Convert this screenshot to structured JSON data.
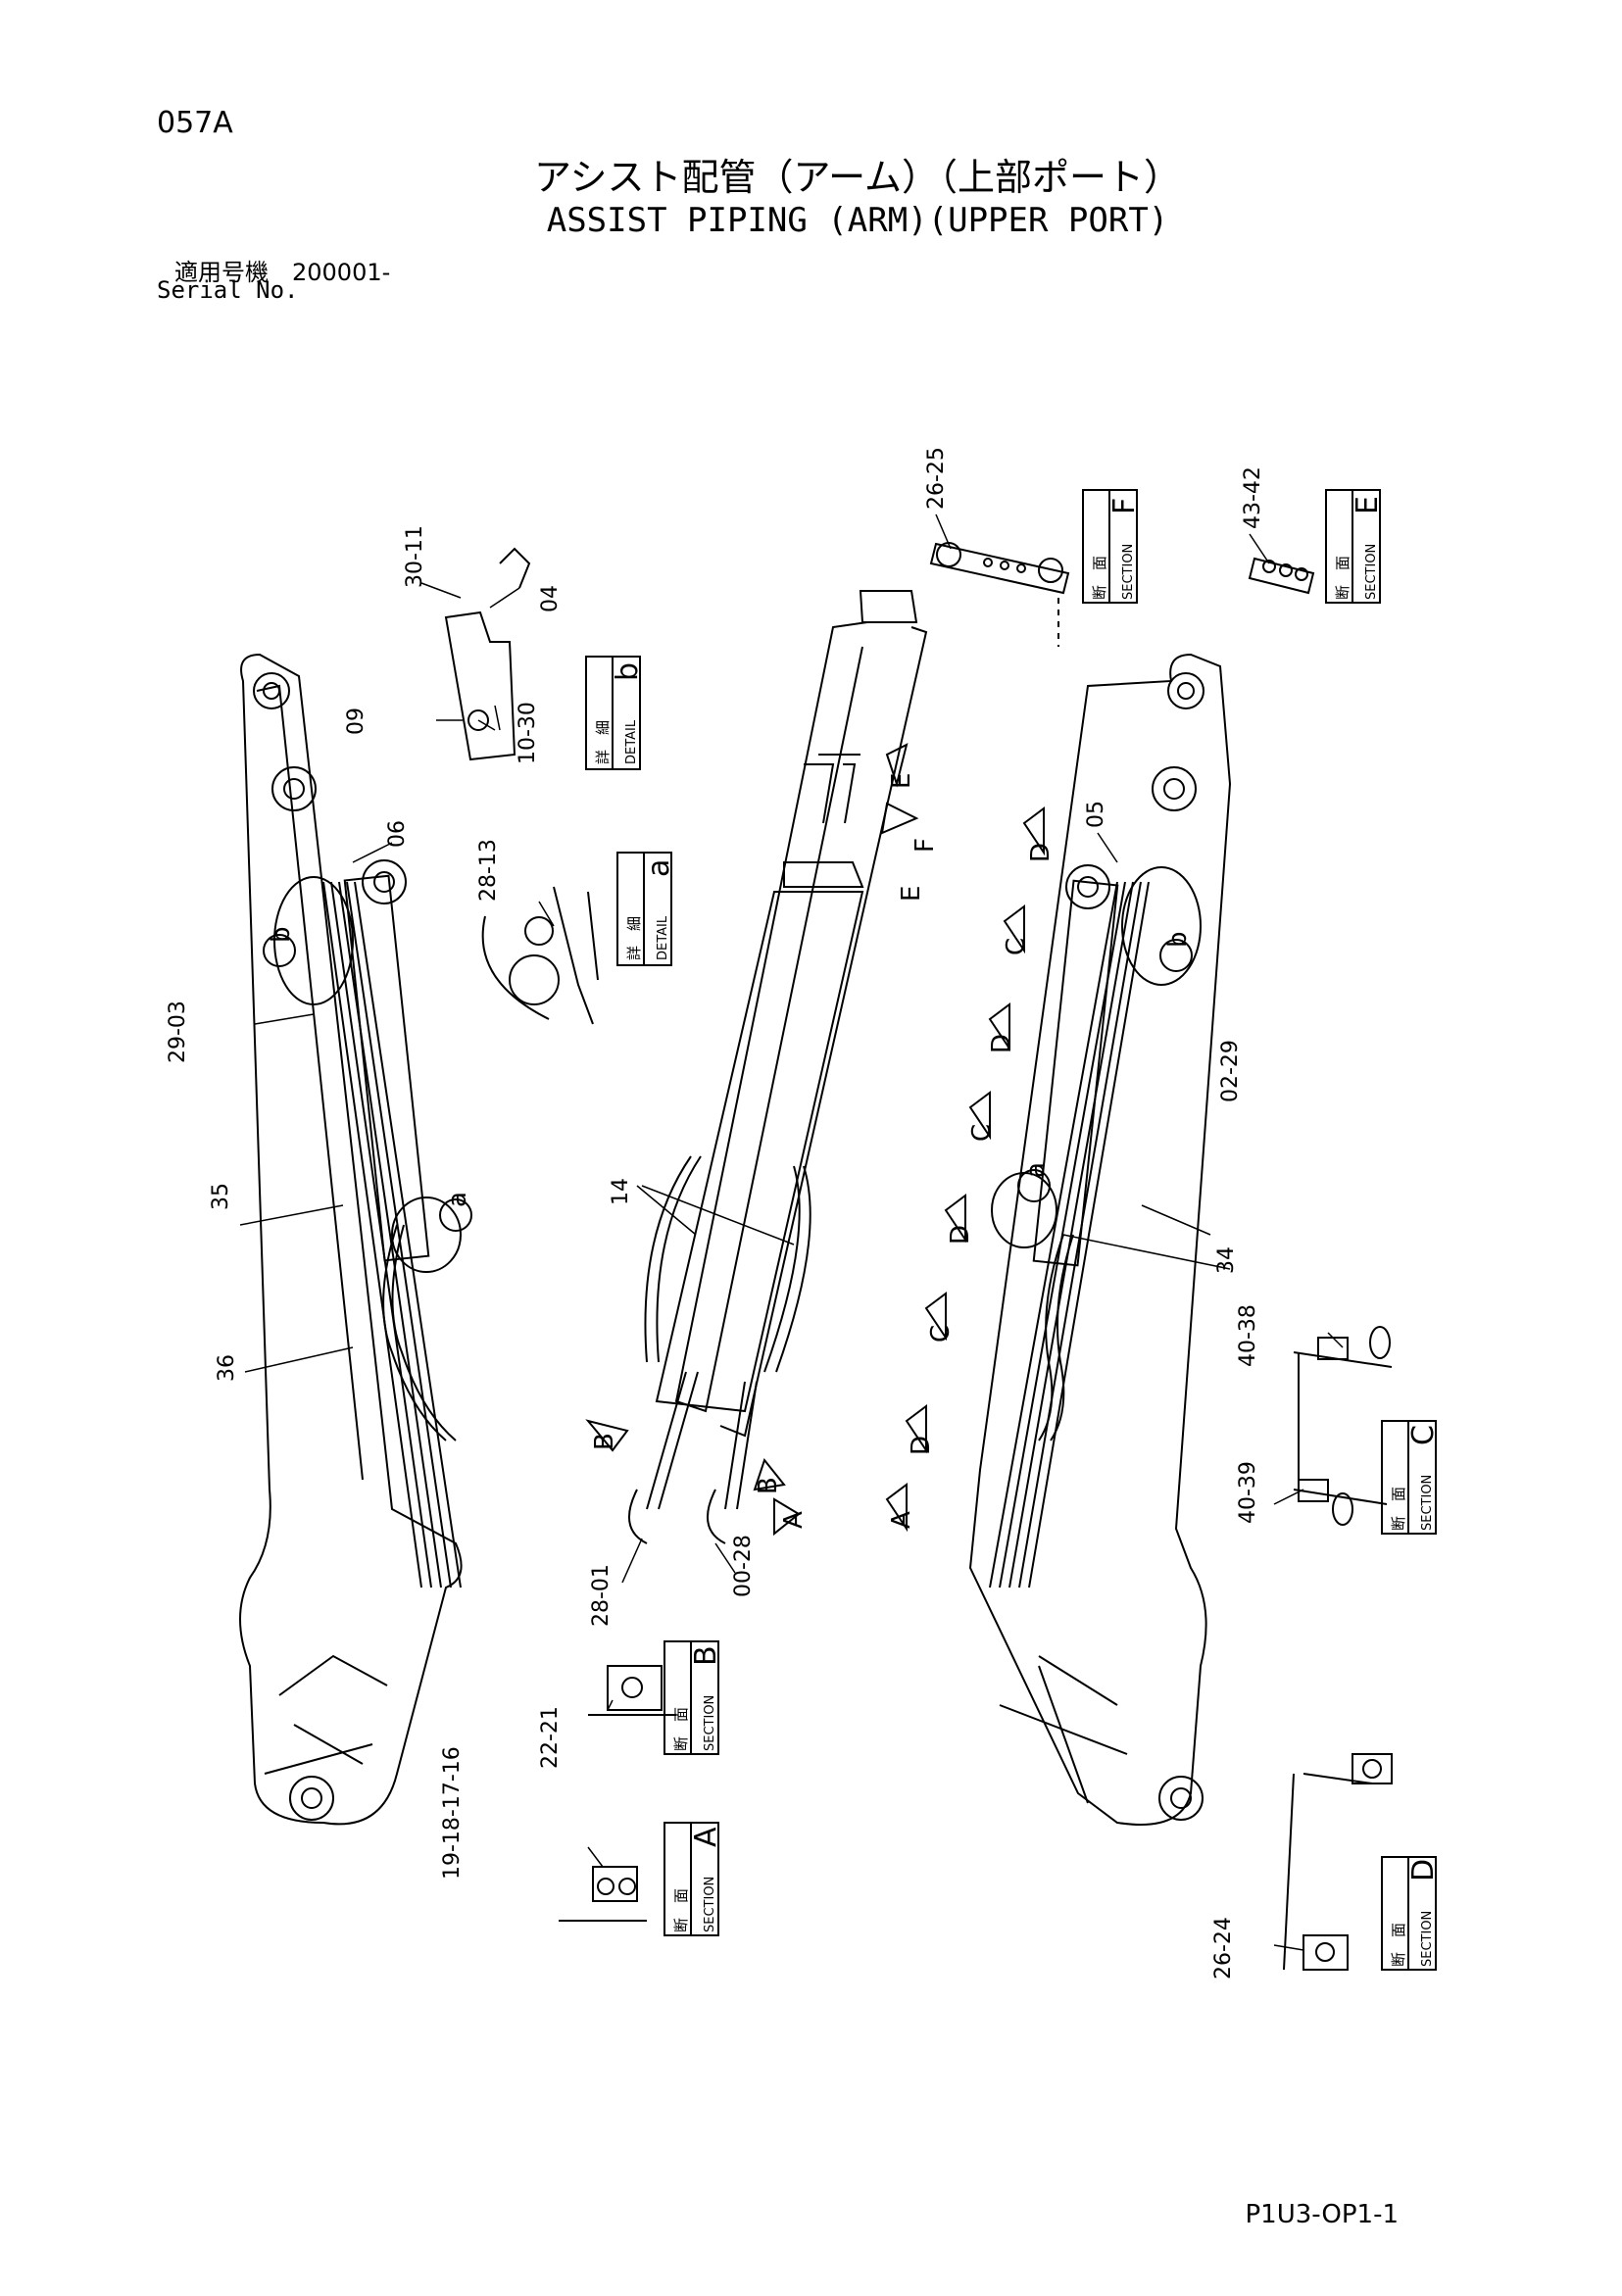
{
  "header": {
    "page_code": "057A",
    "title_jp": "アシスト配管（アーム）（上部ポート）",
    "title_en": "ASSIST PIPING (ARM)(UPPER PORT)",
    "serial_jp": "適用号機　200001-",
    "serial_en": "Serial No."
  },
  "footer": {
    "document_code": "P1U3-OP1-1"
  },
  "callouts": {
    "c30_11": "30-11",
    "c04": "04",
    "c09": "09",
    "c10_30": "10-30",
    "c06": "06",
    "c28_13": "28-13",
    "c29_03": "29-03",
    "c35": "35",
    "c36": "36",
    "c14": "14",
    "c28_01": "28-01",
    "c00_28": "00-28",
    "c26_25": "26-25",
    "c43_42": "43-42",
    "c05": "05",
    "c02_29": "02-29",
    "c34": "34",
    "c40_38": "40-38",
    "c40_39": "40-39",
    "c22_21": "22-21",
    "c19_16": "19-18-17-16",
    "c26_24": "26-24"
  },
  "letters": {
    "a": "a",
    "b": "b",
    "A": "A",
    "B": "B",
    "C": "C",
    "D": "D",
    "E": "E",
    "F": "F"
  },
  "label_boxes": {
    "detail_b": {
      "jp": "詳　細",
      "en": "DETAIL",
      "letter": "b"
    },
    "detail_a": {
      "jp": "詳　細",
      "en": "DETAIL",
      "letter": "a"
    },
    "section_f": {
      "jp": "断　面",
      "en": "SECTION",
      "letter": "F"
    },
    "section_e": {
      "jp": "断　面",
      "en": "SECTION",
      "letter": "E"
    },
    "section_c": {
      "jp": "断　面",
      "en": "SECTION",
      "letter": "C"
    },
    "section_b": {
      "jp": "断　面",
      "en": "SECTION",
      "letter": "B"
    },
    "section_a": {
      "jp": "断　面",
      "en": "SECTION",
      "letter": "A"
    },
    "section_d": {
      "jp": "断　面",
      "en": "SECTION",
      "letter": "D"
    }
  }
}
